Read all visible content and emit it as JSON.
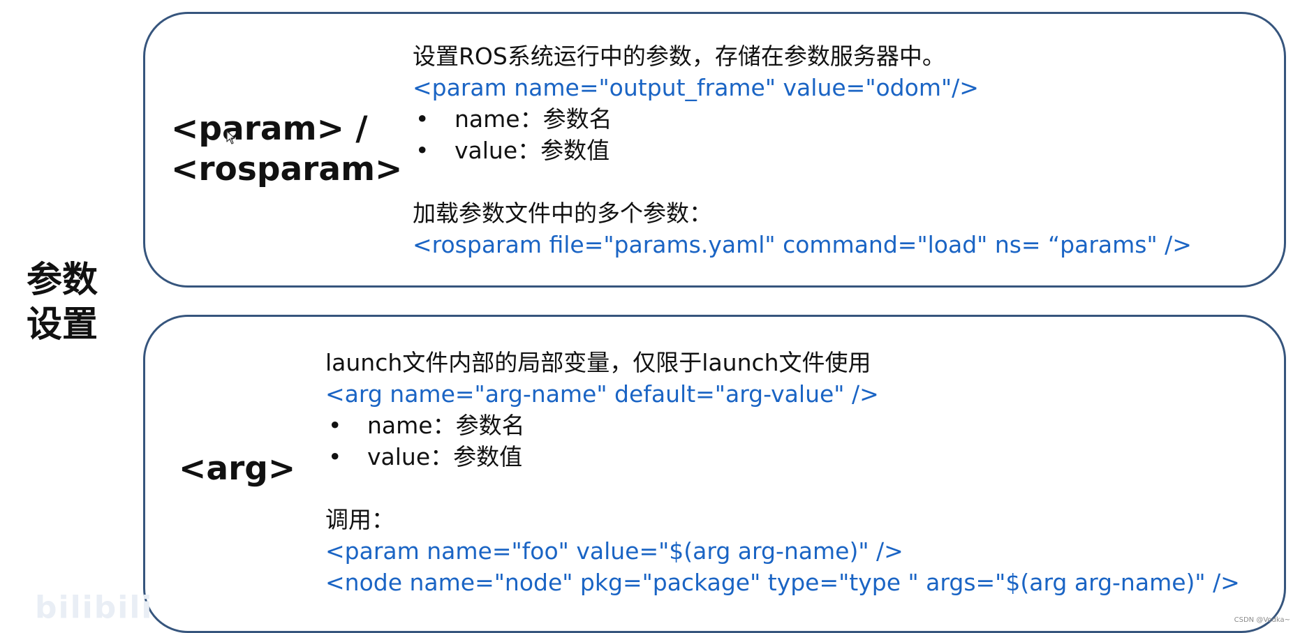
{
  "side_title": {
    "line1": "参数",
    "line2": "设置"
  },
  "param_section": {
    "tag_line1": "<param> /",
    "tag_line2": "<rosparam>",
    "description": "设置ROS系统运行中的参数，存储在参数服务器中。",
    "example": "<param name=\"output_frame\" value=\"odom\"/>",
    "bullets": [
      {
        "marker": "•",
        "text": "name：参数名"
      },
      {
        "marker": "•",
        "text": "value：参数值"
      }
    ],
    "load_description": "加载参数文件中的多个参数：",
    "load_example": "<rosparam file=\"params.yaml\" command=\"load\" ns=  “params\" />"
  },
  "arg_section": {
    "tag": "<arg>",
    "description": "launch文件内部的局部变量，仅限于launch文件使用",
    "example": "<arg name=\"arg-name\"  default=\"arg-value\" />",
    "bullets": [
      {
        "marker": "•",
        "text": "name：参数名"
      },
      {
        "marker": "•",
        "text": "value：参数值"
      }
    ],
    "usage_label": "调用：",
    "usage_examples": [
      "<param name=\"foo\" value=\"$(arg arg-name)\" />",
      "<node name=\"node\" pkg=\"package\" type=\"type \" args=\"$(arg arg-name)\" />"
    ]
  },
  "watermark": "bilibili",
  "credit": "CSDN @Vodka~",
  "colors": {
    "border": "#36557d",
    "code": "#1a64c4",
    "text": "#111111"
  },
  "icons": {
    "cursor": "mouse-pointer-icon"
  }
}
